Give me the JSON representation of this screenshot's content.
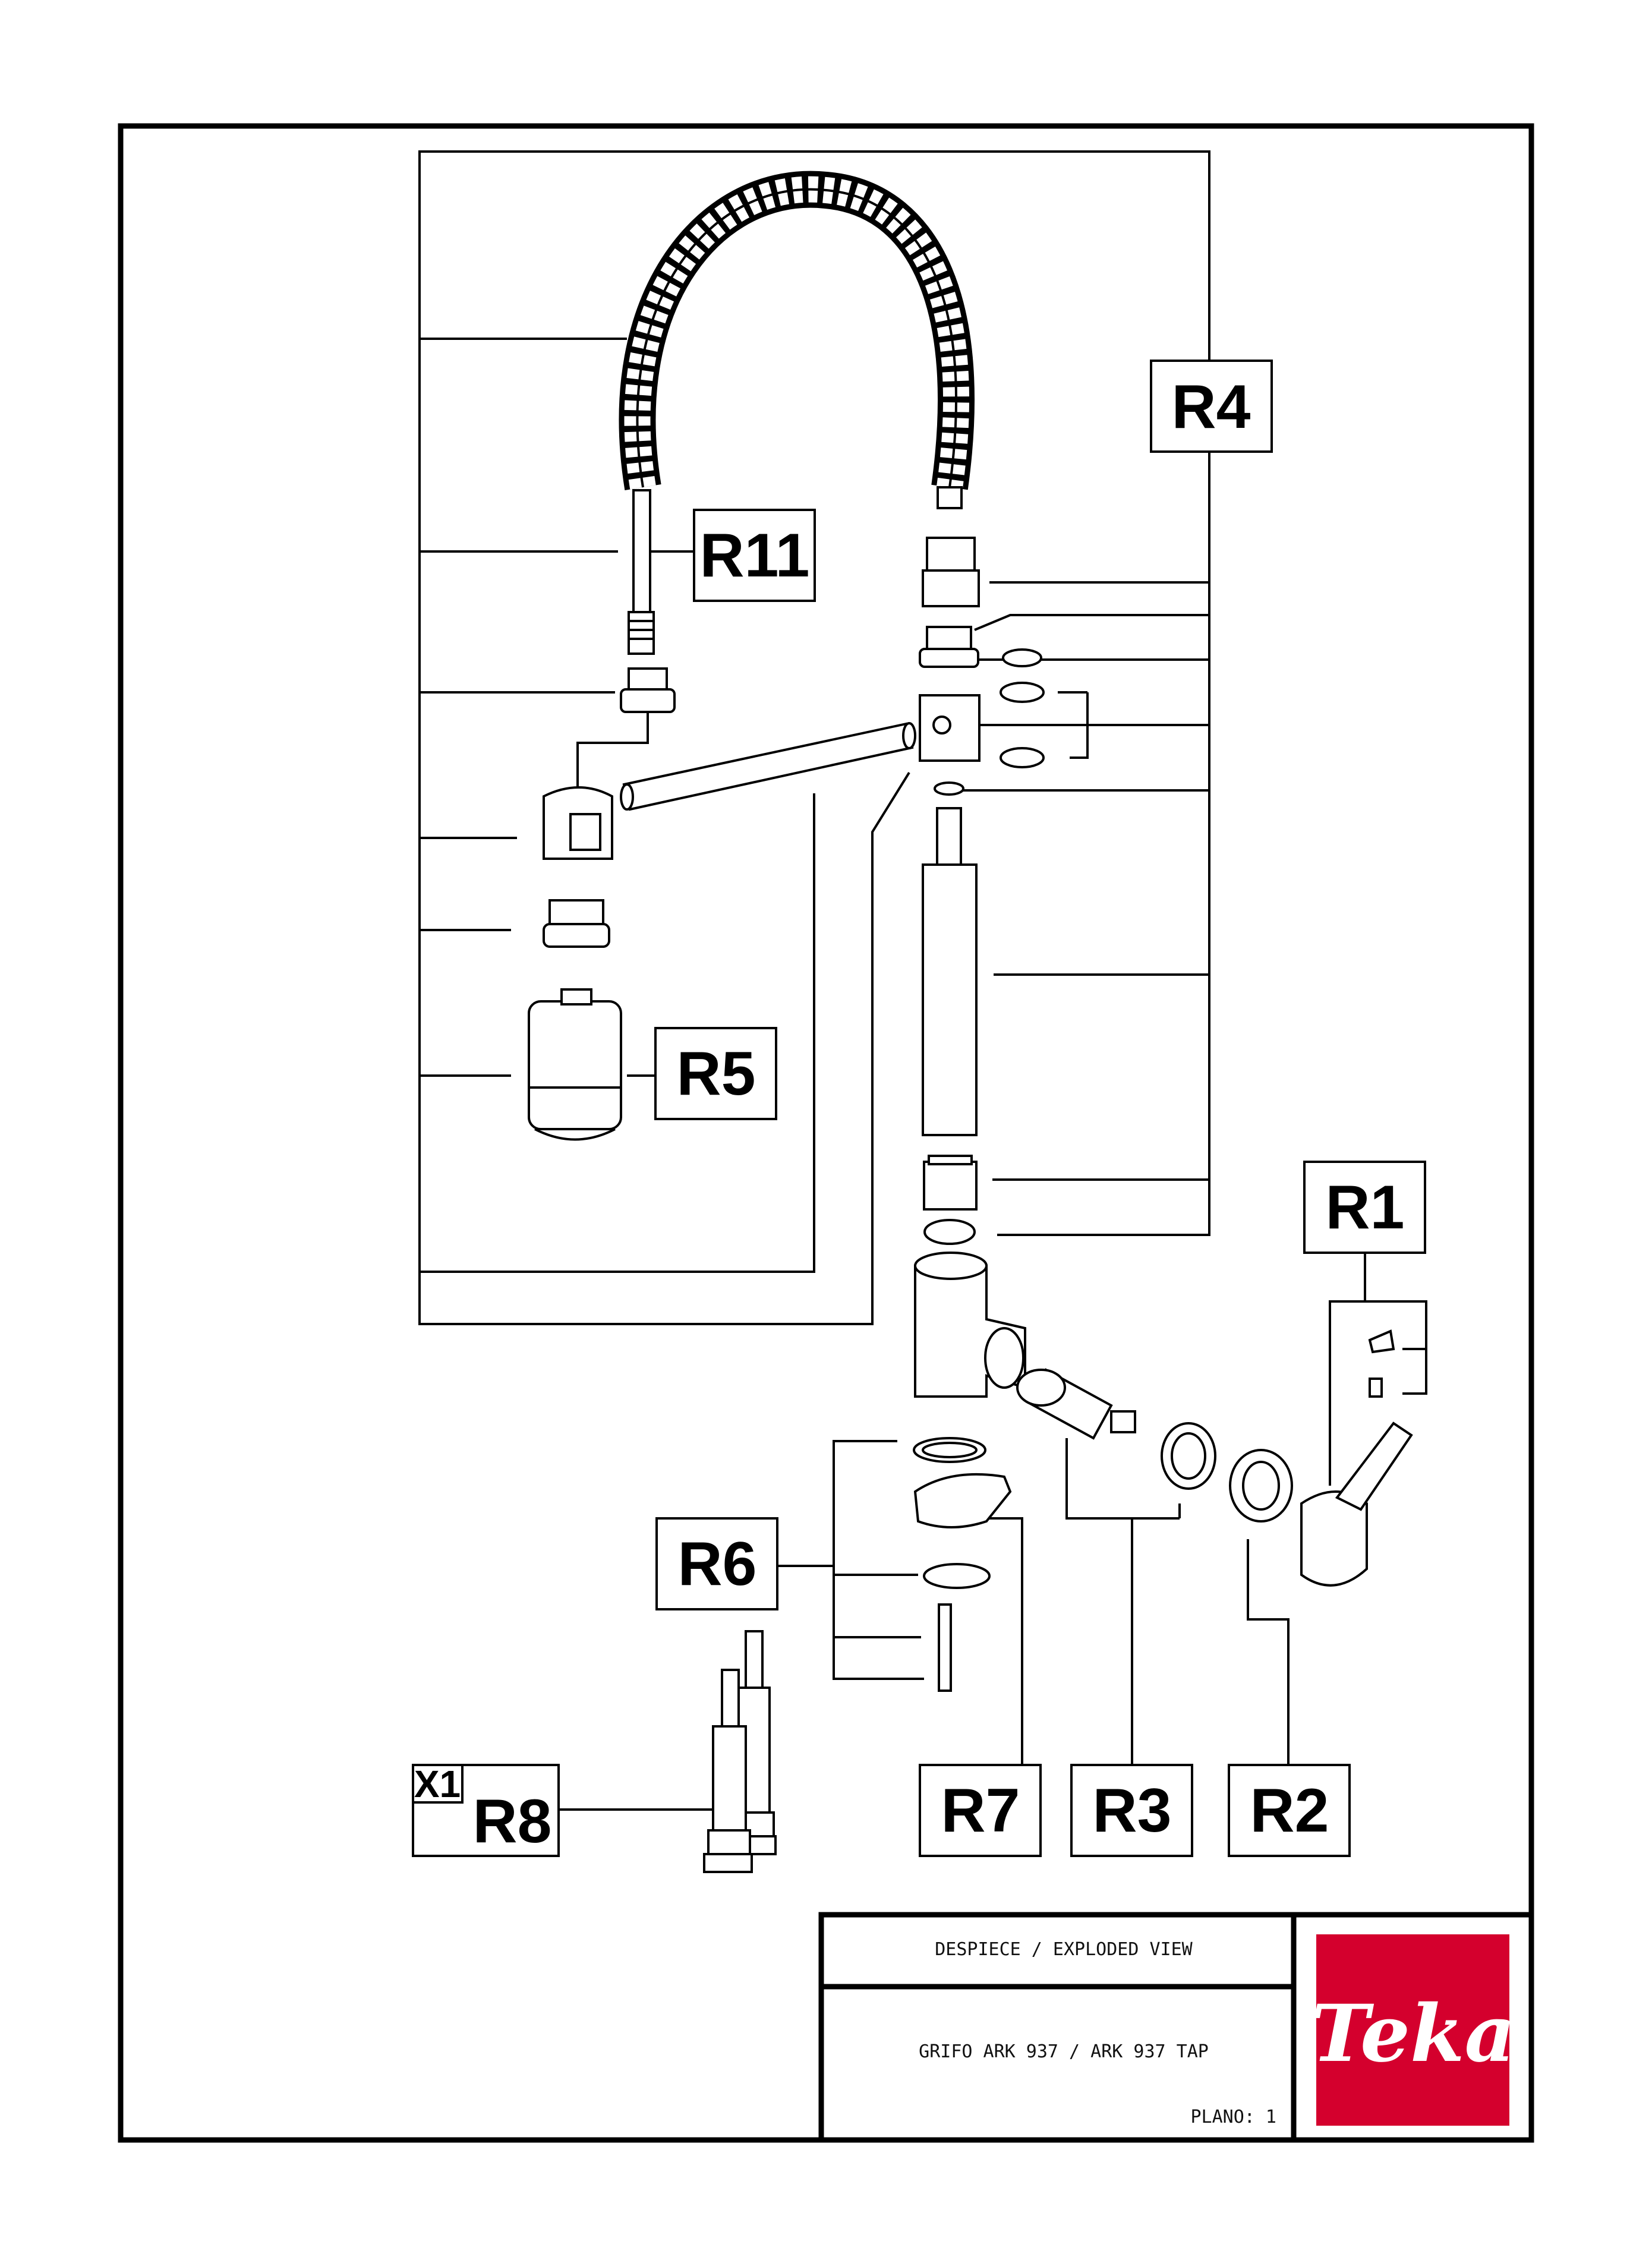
{
  "callouts": {
    "r1": "R1",
    "r2": "R2",
    "r3": "R3",
    "r4": "R4",
    "r5": "R5",
    "r6": "R6",
    "r7": "R7",
    "r8": "R8",
    "r11": "R11",
    "x1": "X1"
  },
  "title_block": {
    "view": "DESPIECE / EXPLODED VIEW",
    "product": "GRIFO ARK 937 / ARK 937 TAP",
    "plan": "PLANO: 1"
  },
  "logo": {
    "text": "Teka",
    "color": "#d4002d"
  }
}
